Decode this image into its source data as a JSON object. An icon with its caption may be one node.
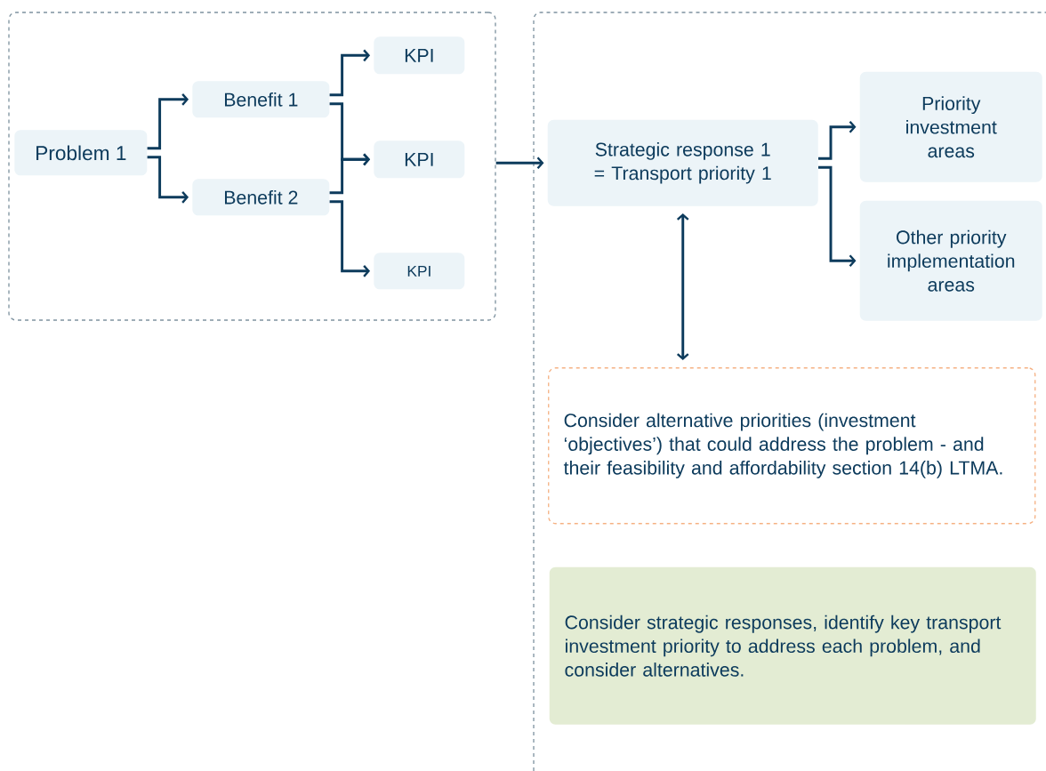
{
  "diagram": {
    "nodes": [
      {
        "text": [],
        "shape": "box"
      },
      {
        "text": [
          "Problem 1"
        ],
        "in": 0
      },
      {
        "text": [
          "Benefit 1"
        ],
        "in": 0
      },
      {
        "text": [
          "Benefit 2"
        ],
        "in": 0
      },
      {
        "text": [
          "KPI"
        ],
        "in": 0
      },
      {
        "text": [
          "KPI"
        ],
        "in": 0
      },
      {
        "text": [
          "KPI"
        ],
        "in": 0
      },
      {
        "text": [],
        "shape": "box"
      },
      {
        "text": [
          "Strategic response 1 = Transport priority 1"
        ],
        "in": 7
      },
      {
        "text": [
          "Priority investment areas"
        ],
        "in": 7
      },
      {
        "text": [
          "Other priority implementation areas"
        ],
        "in": 7
      },
      {
        "text": [
          "Consider alternative priorities (investment ‘objectives’) that could address the problem - and their feasibility and affordability section 14(b) LTMA."
        ],
        "in": 7
      },
      {
        "text": [
          "Consider strategic responses, identify key transport investment priority to address each problem, and consider alternatives."
        ],
        "in": 7
      }
    ],
    "edges": [
      {
        "from": 1,
        "to": 2,
        "arrow": "to"
      },
      {
        "from": 1,
        "to": 3,
        "arrow": "to"
      },
      {
        "from": 2,
        "to": 4,
        "arrow": "to"
      },
      {
        "from": 2,
        "to": 5,
        "arrow": "to"
      },
      {
        "from": 3,
        "to": 5,
        "arrow": "to"
      },
      {
        "from": 3,
        "to": 6,
        "arrow": "to"
      },
      {
        "from": 0,
        "to": 8,
        "arrow": "to"
      },
      {
        "from": 8,
        "to": 9,
        "arrow": "to"
      },
      {
        "from": 8,
        "to": 10,
        "arrow": "to"
      },
      {
        "from": 8,
        "to": 11,
        "arrow": "both"
      }
    ]
  }
}
